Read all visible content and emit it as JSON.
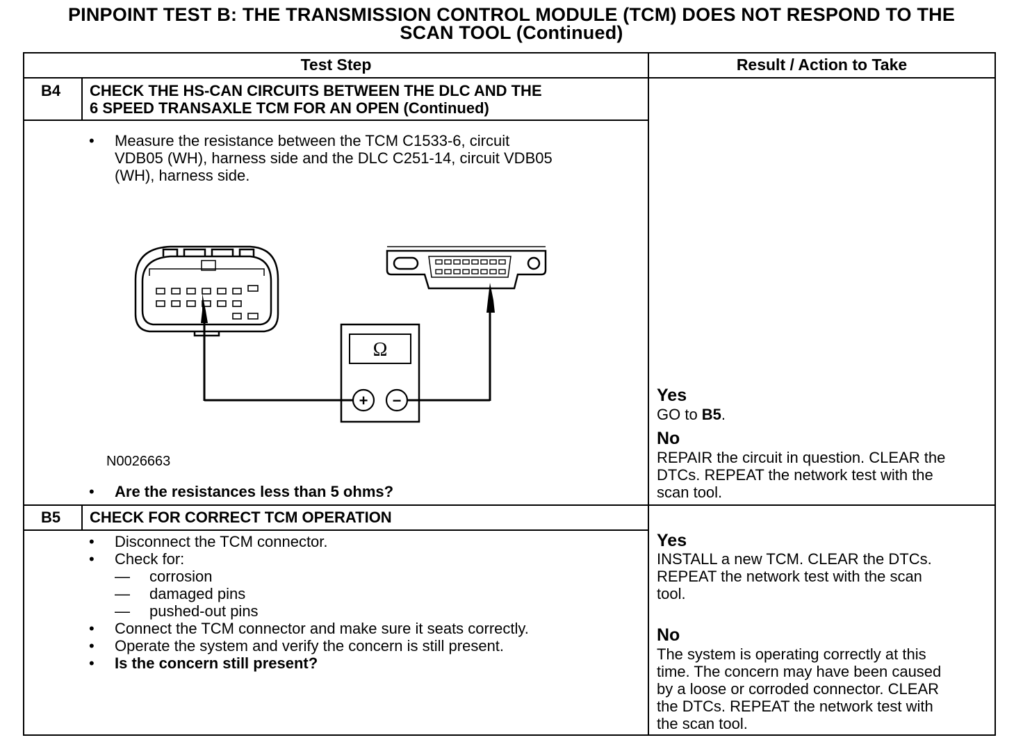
{
  "title": {
    "line1": "PINPOINT TEST B: THE TRANSMISSION CONTROL MODULE (TCM) DOES NOT RESPOND TO THE",
    "line2": "SCAN TOOL (Continued)"
  },
  "table": {
    "col_test_step": "Test Step",
    "col_result": "Result / Action to Take"
  },
  "b4": {
    "id": "B4",
    "heading_line1": "CHECK THE HS-CAN CIRCUITS BETWEEN THE DLC AND THE",
    "heading_line2": "6 SPEED TRANSAXLE TCM FOR AN OPEN (Continued)",
    "measure_line1": "Measure the resistance between the TCM C1533-6, circuit",
    "measure_line2": "VDB05 (WH), harness side and the DLC C251-14, circuit VDB05",
    "measure_line3": "(WH), harness side.",
    "figure_id": "N0026663",
    "ohm_symbol": "Ω",
    "plus": "+",
    "minus": "−",
    "question": "Are the resistances less than 5 ohms?",
    "yes_label": "Yes",
    "yes_prefix": "GO to ",
    "yes_target": "B5",
    "yes_suffix": ".",
    "no_label": "No",
    "no_line1": "REPAIR the circuit in question. CLEAR the",
    "no_line2": "DTCs. REPEAT the network test with the",
    "no_line3": "scan tool."
  },
  "b5": {
    "id": "B5",
    "heading": "CHECK FOR CORRECT TCM OPERATION",
    "step1": "Disconnect the TCM connector.",
    "step2": "Check for:",
    "sub1": "corrosion",
    "sub2": "damaged pins",
    "sub3": "pushed-out pins",
    "step3": "Connect the TCM connector and make sure it seats correctly.",
    "step4": "Operate the system and verify the concern is still present.",
    "question": "Is the concern still present?",
    "yes_label": "Yes",
    "yes_line1": "INSTALL a new TCM. CLEAR the DTCs.",
    "yes_line2": "REPEAT the network test with the scan",
    "yes_line3": "tool.",
    "no_label": "No",
    "no_line1": "The system is operating correctly at this",
    "no_line2": "time. The concern may have been caused",
    "no_line3": "by a loose or corroded connector. CLEAR",
    "no_line4": "the DTCs. REPEAT the network test with",
    "no_line5": "the scan tool."
  },
  "bullet_glyph": "•",
  "dash_glyph": "—"
}
